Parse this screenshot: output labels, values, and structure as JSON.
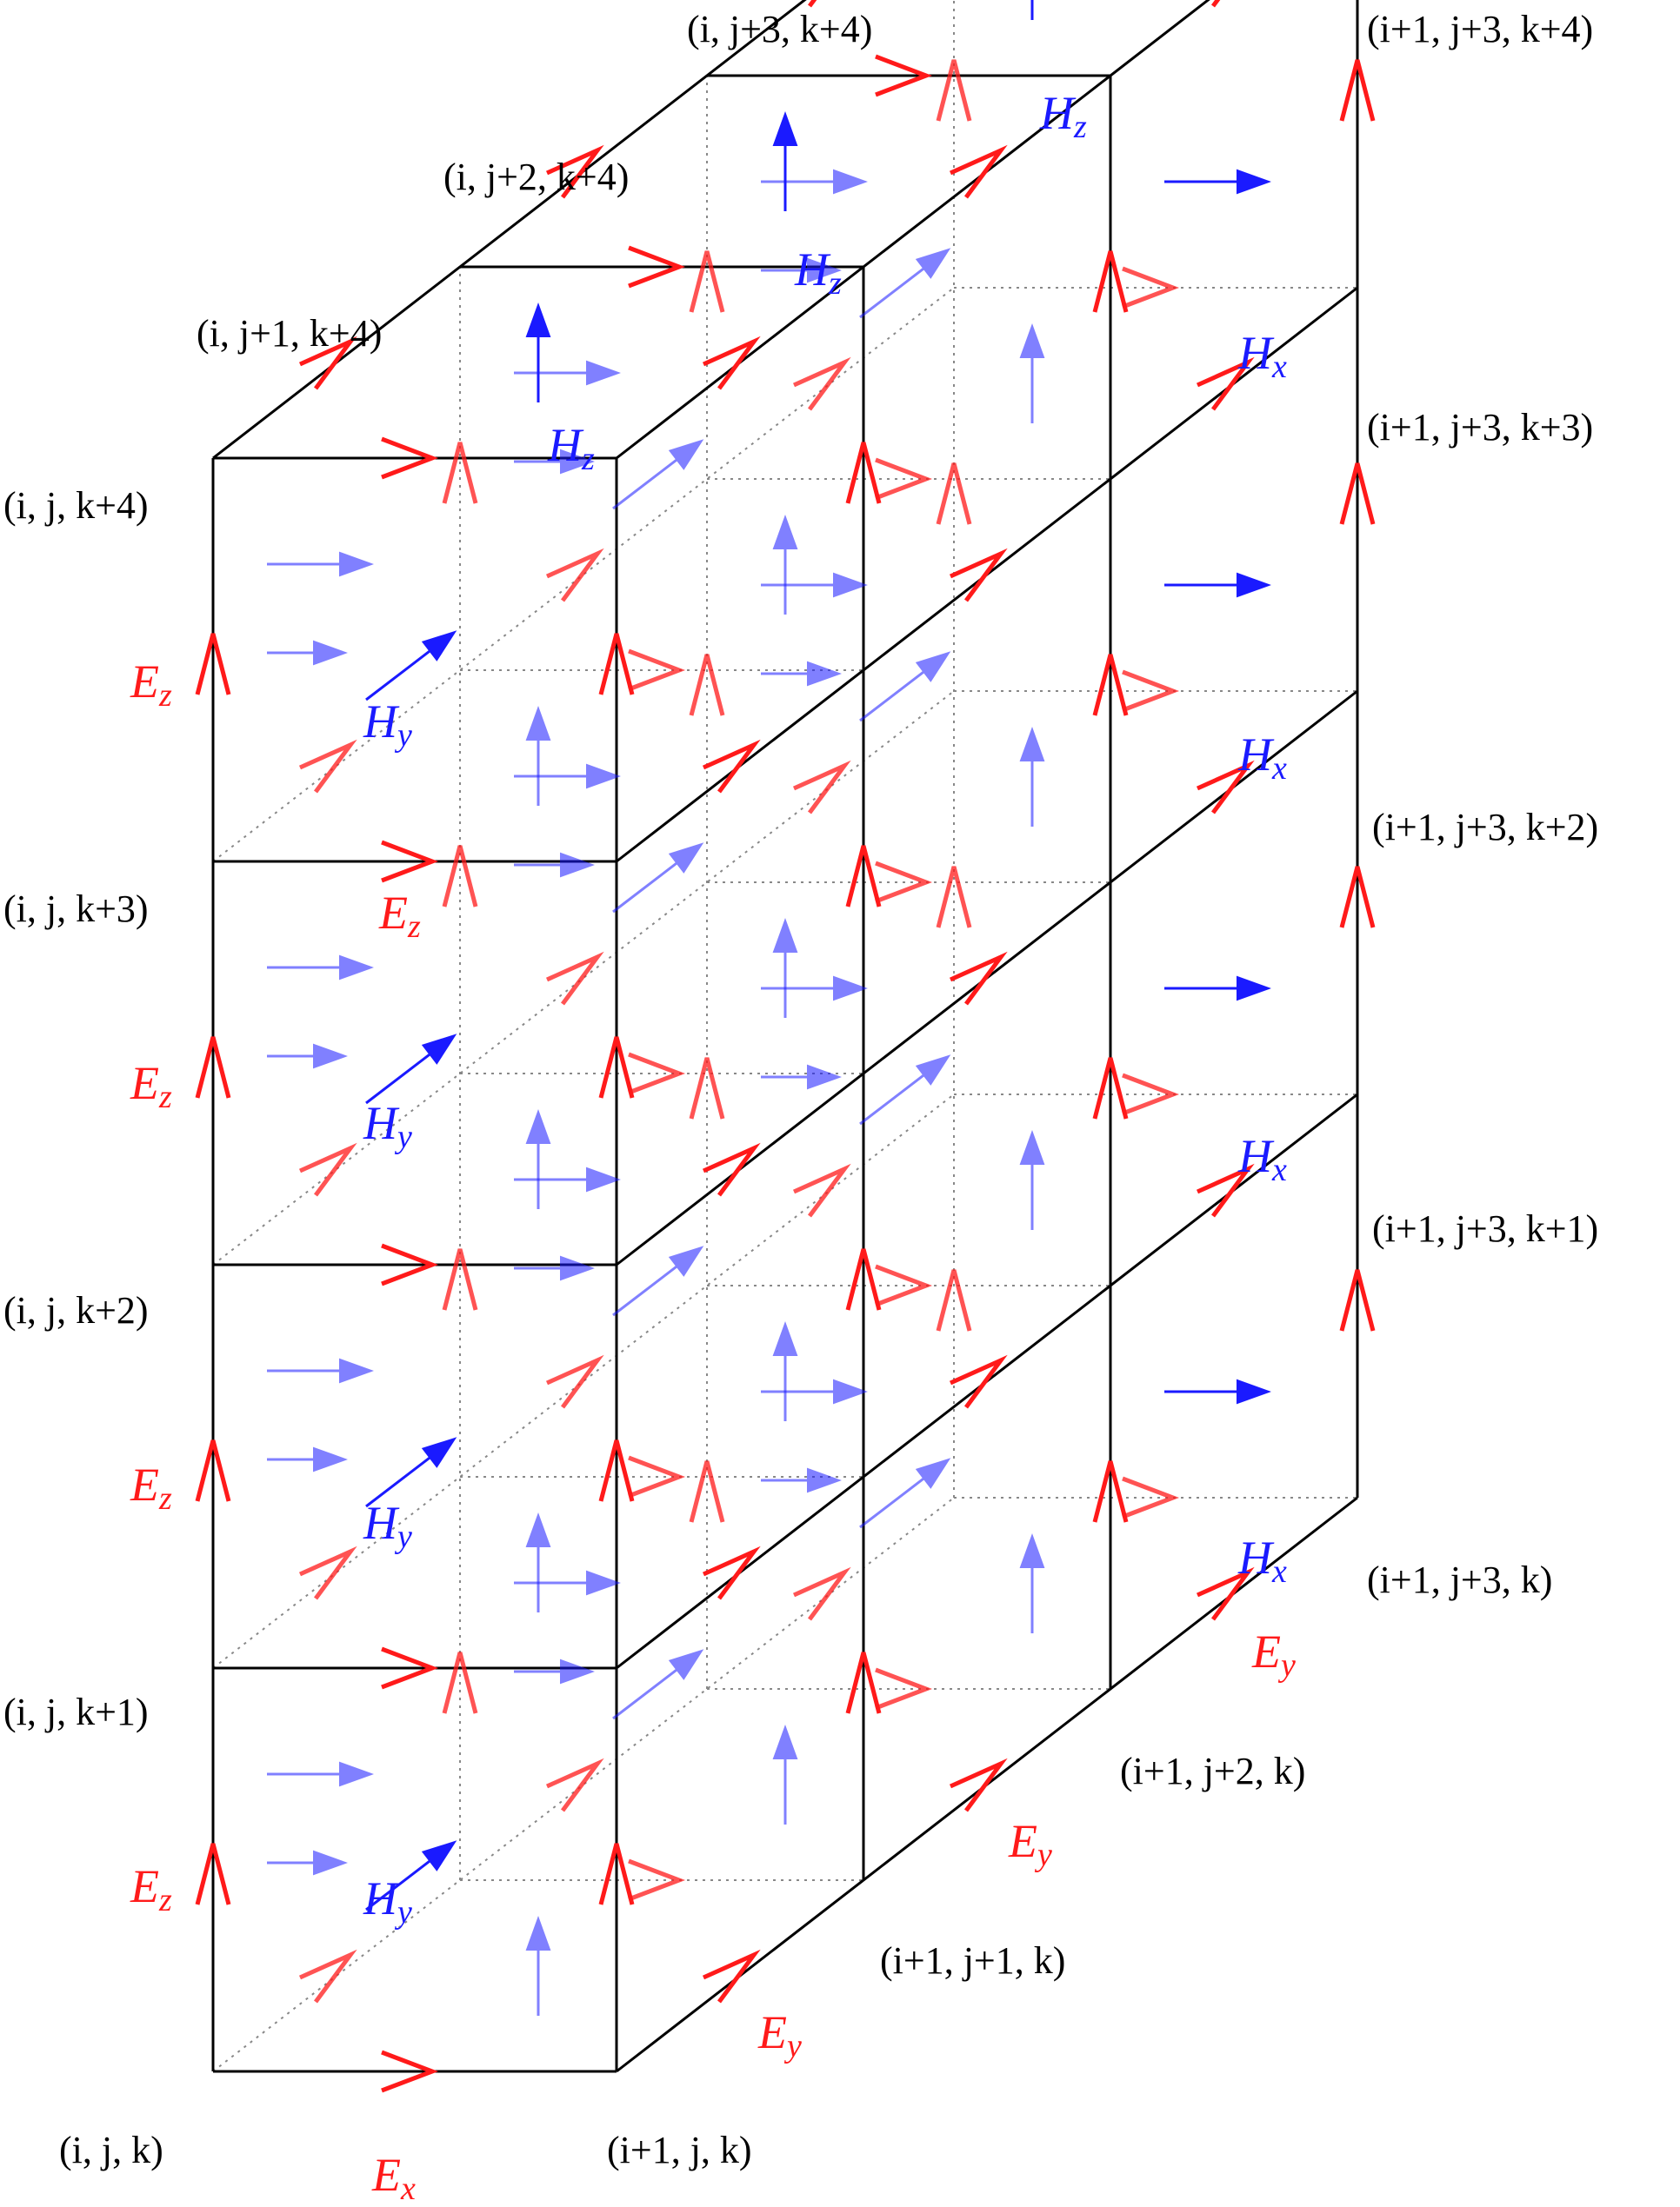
{
  "colors": {
    "e_field": "#ff1a1a",
    "h_field": "#1a1aff",
    "edge": "#000000",
    "hidden_edge": "#888888"
  },
  "labels": {
    "node_i_j_k": "(i, j, k)",
    "node_i1_j_k": "(i+1, j, k)",
    "node_i1_j1_k": "(i+1, j+1, k)",
    "node_i1_j2_k": "(i+1, j+2, k)",
    "node_i1_j3_k": "(i+1, j+3, k)",
    "node_i1_j3_k1": "(i+1, j+3, k+1)",
    "node_i1_j3_k2": "(i+1, j+3, k+2)",
    "node_i1_j3_k3": "(i+1, j+3, k+3)",
    "node_i1_j3_k4": "(i+1, j+3, k+4)",
    "node_i_j3_k4": "(i, j+3, k+4)",
    "node_i_j2_k4": "(i, j+2, k+4)",
    "node_i_j1_k4": "(i, j+1, k+4)",
    "node_i_j_k4": "(i, j, k+4)",
    "node_i_j_k3": "(i, j, k+3)",
    "node_i_j_k2": "(i, j, k+2)",
    "node_i_j_k1": "(i, j, k+1)"
  },
  "fields": {
    "e_letter": "E",
    "h_letter": "H",
    "sub_x": "x",
    "sub_y": "y",
    "sub_z": "z"
  }
}
